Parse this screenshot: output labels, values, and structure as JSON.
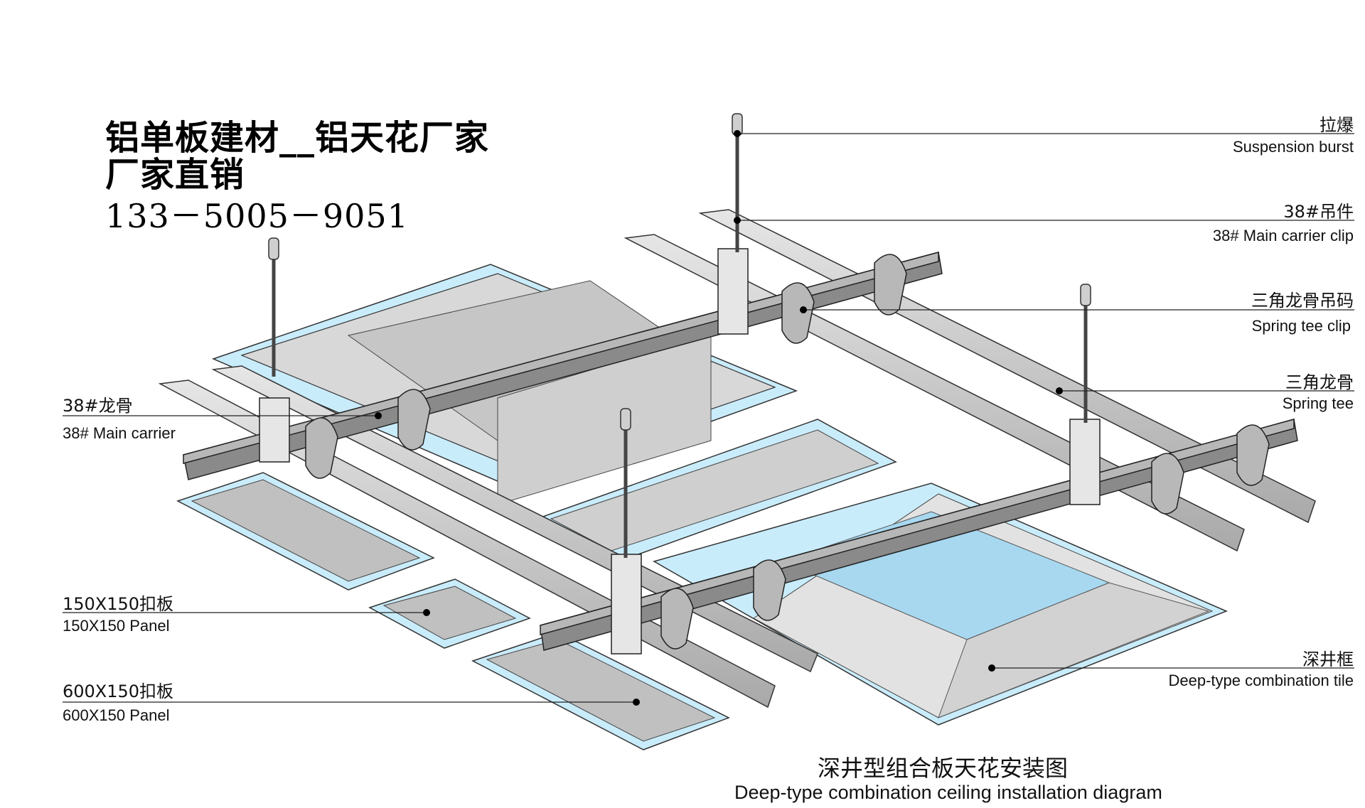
{
  "brand": {
    "line1": "铝单板建材__铝天花厂家",
    "line2": "厂家直销",
    "phone": "133－5005－9051"
  },
  "labels": {
    "right": [
      {
        "cn": "拉爆",
        "en": "Suspension burst"
      },
      {
        "cn": "38#吊件",
        "en": "38# Main carrier clip"
      },
      {
        "cn": "三角龙骨吊码",
        "en": "Spring tee clip"
      },
      {
        "cn": "三角龙骨",
        "en": "Spring tee"
      },
      {
        "cn": "深井框",
        "en": "Deep-type combination tile"
      }
    ],
    "left": [
      {
        "cn": "38#龙骨",
        "en": "38# Main carrier"
      },
      {
        "cn": "150X150扣板",
        "en": "150X150 Panel"
      },
      {
        "cn": "600X150扣板",
        "en": "600X150 Panel"
      }
    ]
  },
  "caption": {
    "cn": "深井型组合板天花安装图",
    "en": "Deep-type combination ceiling installation diagram"
  },
  "colors": {
    "panel_fill": "#d6d6d6",
    "panel_edge": "#bfe7f7",
    "glass": "#a8d8f0",
    "carrier": "#8a8a8a",
    "tee": "#c8c8c8"
  }
}
